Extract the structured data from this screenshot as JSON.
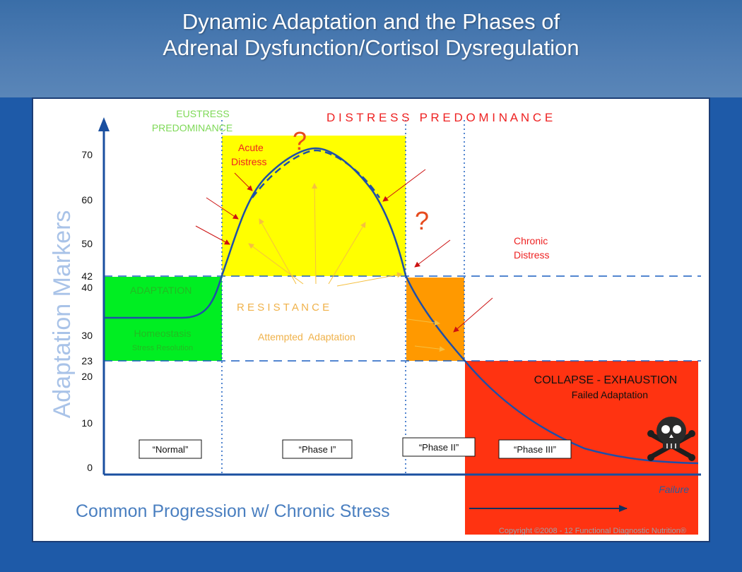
{
  "title": {
    "line1": "Dynamic Adaptation and the Phases of",
    "line2": "Adrenal Dysfunction/Cortisol Dysregulation"
  },
  "y_axis": {
    "label": "Adaptation Markers",
    "ticks": [
      "0",
      "10",
      "20",
      "23",
      "30",
      "40",
      "42",
      "50",
      "60",
      "70"
    ]
  },
  "zones": {
    "eustress": {
      "line1": "EUSTRESS",
      "line2": "PREDOMINANCE"
    },
    "distress": "D I S T R E S S   P R E D O M I N A N C E",
    "acute": {
      "line1": "Acute",
      "line2": "Distress"
    },
    "chronic": {
      "line1": "Chronic",
      "line2": "Distress"
    },
    "adaptation": "ADAPTATION",
    "homeostasis": "Homeostasis",
    "stress_resolution": "Stress Resolution",
    "resistance": "R E S I S T A N C E",
    "attempted": "Attempted  Adaptation",
    "collapse": "COLLAPSE - EXHAUSTION",
    "failed": "Failed Adaptation",
    "question": "?"
  },
  "phases": [
    "“Normal”",
    "“Phase I”",
    "“Phase II”",
    "“Phase III”"
  ],
  "failure": "Failure",
  "progression": "Common Progression w/ Chronic Stress",
  "copyright": "Copyright ©2008 - 12 Functional Diagnostic Nutrition®",
  "colors": {
    "green": "#00ee22",
    "yellow": "#ffff00",
    "orange": "#ff9900",
    "red": "#ff3311",
    "curve": "#1f4fa8",
    "axis": "#1a4fa0",
    "arrow_red": "#cc1111",
    "arrow_yellow": "#f5c040"
  }
}
